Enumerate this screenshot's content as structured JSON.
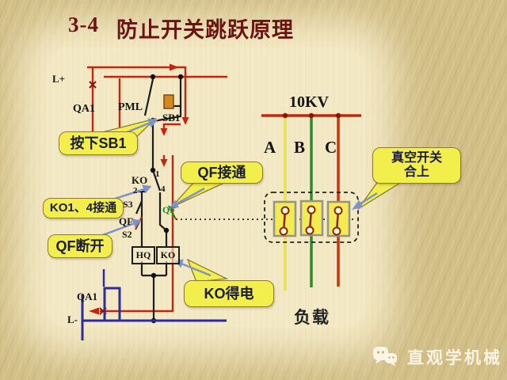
{
  "title": {
    "number": "3-4",
    "text": "防止开关跳跃原理"
  },
  "control_circuit": {
    "labels": {
      "l_plus": "L+",
      "qa1_top": "QA1",
      "pml": "PML",
      "sb1": "SB1",
      "ko_contact": "KO",
      "terminal_1": "1",
      "terminal_2": "2",
      "terminal_4": "4",
      "s3": "S3",
      "qf_left": "QF",
      "s2": "S2",
      "qf_aux": "QF",
      "hq_coil": "HQ",
      "ko_coil": "KO",
      "qa1_bottom": "QA1",
      "l_minus": "L-"
    }
  },
  "power_circuit": {
    "voltage": "10KV",
    "phase_a": "A",
    "phase_b": "B",
    "phase_c": "C",
    "load": "负载"
  },
  "callouts": {
    "press_sb1": "按下SB1",
    "qf_on": "QF接通",
    "ko14_on": "KO1、4接通",
    "qf_off": "QF断开",
    "ko_energized": "KO得电",
    "vacuum_line1": "真空开关",
    "vacuum_line2": "合上"
  },
  "watermark": {
    "text": "直观学机械"
  },
  "colors": {
    "title_text": "#6b1212",
    "wire_red": "#c5250f",
    "wire_black": "#1c1c1c",
    "wire_blue": "#2c2c9e",
    "phase_a_yellow": "#e9e25e",
    "phase_b_green": "#2f8b2f",
    "phase_c_red": "#cc3310",
    "callout_bg": "#f2ee4c",
    "callout_text": "#1b1b3a",
    "pointer_arrow": "#7f93c9",
    "background": "#d3c088"
  }
}
